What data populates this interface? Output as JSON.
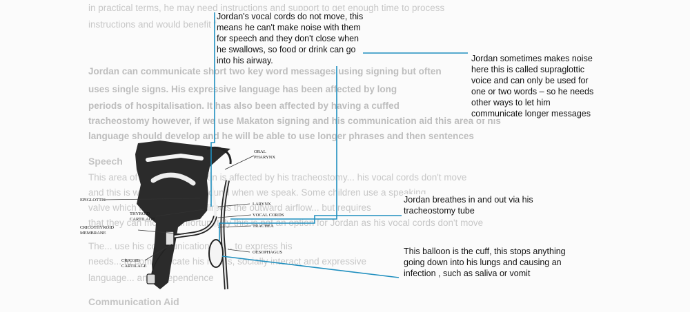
{
  "background_text": [
    {
      "text": "in practical terms, he may need instructions and support to get enough time to process",
      "bold": false
    },
    {
      "text": "instructions and would benefit from...",
      "bold": false
    },
    {
      "text": "Jordan can communicate short two key word messages using signing but often",
      "bold": true
    },
    {
      "text": "uses single signs. His expressive language has been affected by long",
      "bold": true
    },
    {
      "text": "periods of hospitalisation. It has also been affected by having a cuffed",
      "bold": true
    },
    {
      "text": "tracheostomy however, if we use Makaton signing and his communication aid this area of his",
      "bold": true
    },
    {
      "text": "language should develop and he will be able to use longer phrases and then sentences",
      "bold": true
    },
    {
      "text": "This area of his communication is affected by his tracheostomy... his vocal cords don't move",
      "bold": false
    },
    {
      "text": "and this is what creates the sound when we speak. Some children use a speaking",
      "bold": false
    },
    {
      "text": "valve which is a device that directs the outward airflow... but requires",
      "bold": false
    },
    {
      "text": "that they can move... unfortunately this is not an option for Jordan as his vocal cords don't move",
      "bold": false
    },
    {
      "text": "The... use his communication aid... to express his",
      "bold": false
    },
    {
      "text": "needs... to communicate his needs, socially interact and expressive",
      "bold": false
    },
    {
      "text": "language... and independence",
      "bold": false
    }
  ],
  "section_headings": [
    "Speech",
    "Communication Aid"
  ],
  "diagram_labels": {
    "oral_pharynx": [
      "ORAL",
      "PHARYNX"
    ],
    "epiglottis": "EPIGLOTTIS",
    "thyroid_cartilage": [
      "THYROID",
      "CARTILAGE"
    ],
    "larynx": "LARYNX",
    "vocal_cords": "VOCAL CORDS",
    "trachea": "TRACHEA",
    "cricothyroid_membrane": [
      "CRICOTHYROID",
      "MEMBRANE"
    ],
    "cricoid_cartilage": [
      "CRICOID",
      "CARTILAGE"
    ],
    "oesophagus": "OESOPHAGUS"
  },
  "annotations": {
    "vocal_cords_note": [
      "Jordan's vocal cords do not move, this",
      "means he can't make noise with them",
      "for speech and they don't close when",
      "he swallows, so food or drink can go",
      "into his airway."
    ],
    "supraglottic_note": [
      "Jordan sometimes makes noise",
      "here this is called supraglottic",
      "voice and can only be used for",
      "one or two words – so he needs",
      "other ways to let him",
      "communicate longer messages"
    ],
    "breathing_note": [
      "Jordan breathes in and out via his",
      "tracheostomy tube"
    ],
    "cuff_note": [
      "This balloon is the cuff, this stops anything",
      "going down into his lungs and causing an",
      "infection , such as saliva or vomit"
    ]
  },
  "colors": {
    "callout_line": "#1f8fbf",
    "diagram_ink": "#222222",
    "faded_text": "#c7c7c7"
  }
}
